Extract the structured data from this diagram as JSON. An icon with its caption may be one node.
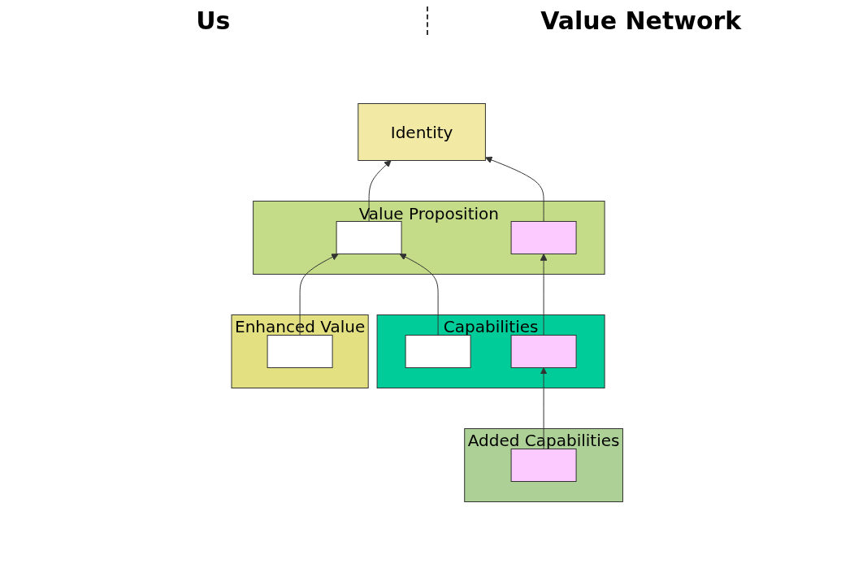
{
  "diagram": {
    "nodes": [
      {
        "text": [
          "Identity"
        ]
      },
      {
        "text": [
          "Value Proposition"
        ]
      },
      {
        "text": [],
        "shape": "box",
        "in": 1
      },
      {
        "text": [],
        "shape": "box",
        "in": 1
      },
      {
        "text": [
          "Enhanced Value"
        ]
      },
      {
        "text": [],
        "shape": "box",
        "in": 4
      },
      {
        "text": [
          "Capabilities"
        ]
      },
      {
        "text": [],
        "shape": "box",
        "in": 6
      },
      {
        "text": [],
        "shape": "box",
        "in": 6
      },
      {
        "text": [
          "Added Capabilities"
        ]
      },
      {
        "text": [],
        "shape": "box",
        "in": 9
      }
    ],
    "edges": [
      {
        "from": 2,
        "to": 0,
        "arrow": "to"
      },
      {
        "from": 3,
        "to": 0,
        "arrow": "to"
      },
      {
        "from": 5,
        "to": 2,
        "arrow": "to"
      },
      {
        "from": 7,
        "to": 2,
        "arrow": "to"
      },
      {
        "from": 8,
        "to": 3,
        "arrow": "to"
      },
      {
        "from": 10,
        "to": 8,
        "arrow": "to"
      }
    ],
    "labels": [
      "Us",
      "Value Network"
    ]
  }
}
